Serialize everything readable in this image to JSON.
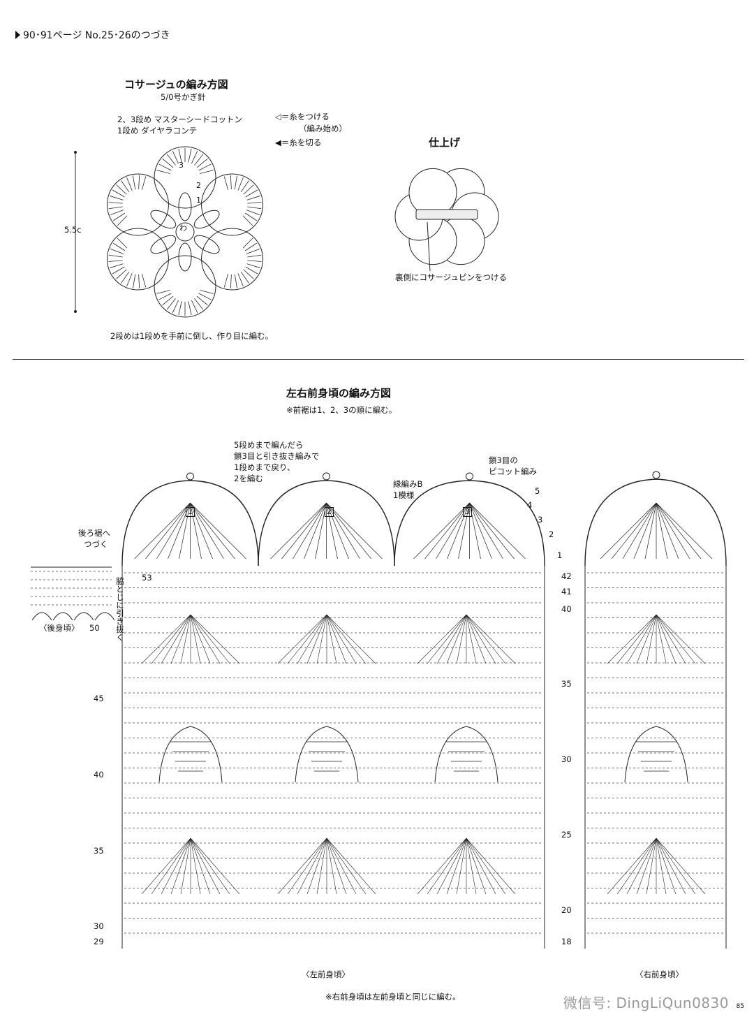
{
  "header": {
    "text": "90･91ページ  No.25･26のつづき"
  },
  "corsage": {
    "title": "コサージュの編み方図",
    "hook": "5/0号かぎ針",
    "yarn_line1": "2、3段め  マスターシードコットン",
    "yarn_line2": "1段め  ダイヤラコンテ",
    "legend_attach": "◁＝糸をつける",
    "legend_attach2": "（編み始め）",
    "legend_cut": "◀＝糸を切る",
    "size": "5.5c",
    "row_labels": [
      "3",
      "2",
      "1"
    ],
    "center_label": "わ",
    "note": "2段めは1段めを手前に倒し、作り目に編む。"
  },
  "finish": {
    "title": "仕上げ",
    "note": "裏側にコサージュピンをつける"
  },
  "front": {
    "title": "左右前身頃の編み方図",
    "subtitle": "※前裾は1、2、3の順に編む。",
    "callout1_l1": "5段めまで編んだら",
    "callout1_l2": "鎖3目と引き抜き編みで",
    "callout1_l3": "1段めまで戻り、",
    "callout1_l4": "2を編む",
    "callout2_l1": "鎖3目の",
    "callout2_l2": "ピコット編み",
    "callout3_l1": "縁編みB",
    "callout3_l2": "1模様",
    "back_hem_l1": "後ろ裾へ",
    "back_hem_l2": "つづく",
    "side_seam": "脇とじに引き抜く",
    "back_body": "〈後身頃〉",
    "left_front": "〈左前身頃〉",
    "right_front": "〈右前身頃〉",
    "footnote": "※右前身頃は左前身頃と同じに編む。",
    "motif_nums": [
      "1",
      "2",
      "3"
    ],
    "left_rows": [
      "53",
      "50",
      "45",
      "40",
      "35",
      "30",
      "29"
    ],
    "right_rows": [
      "5",
      "4",
      "3",
      "2",
      "1",
      "42",
      "41",
      "40",
      "35",
      "30",
      "25",
      "20",
      "18"
    ]
  },
  "watermark": "微信号: DingLiQun0830",
  "page_number": "85"
}
